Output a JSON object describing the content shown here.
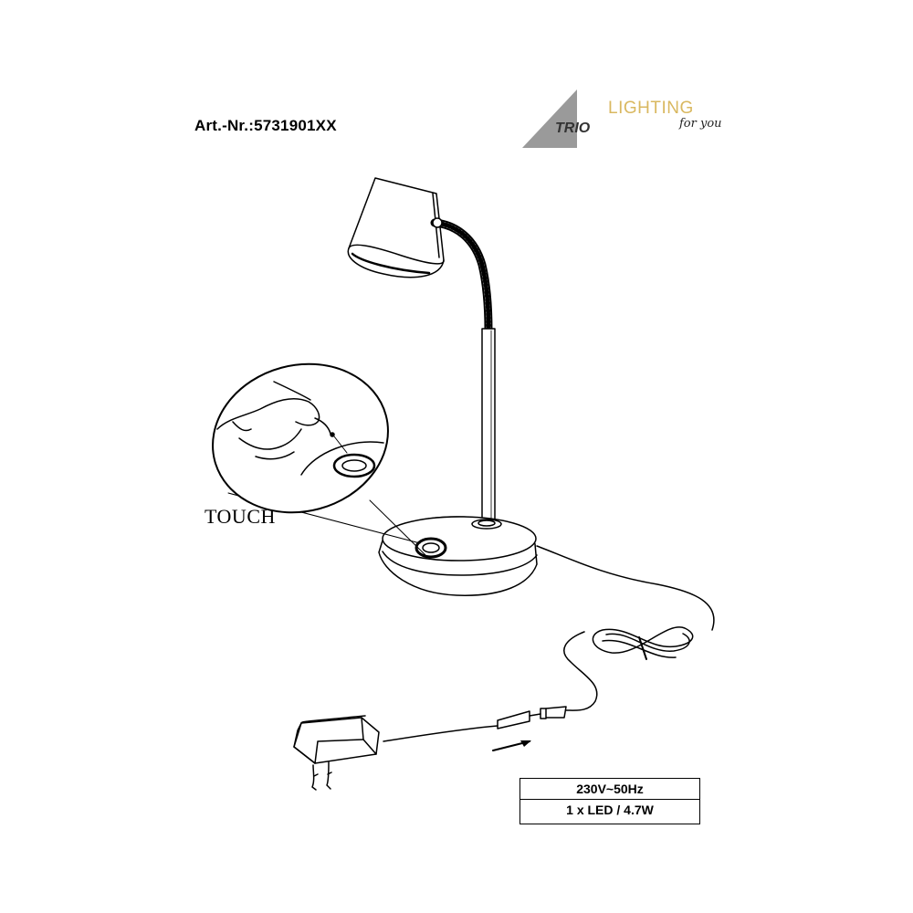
{
  "header": {
    "article_number": "Art.-Nr.:5731901XX"
  },
  "logo": {
    "brand": "TRIO",
    "tagline_main": "LIGHTING",
    "tagline_sub": "for you",
    "triangle_color": "#9a9a9a",
    "lighting_color": "#d9b860"
  },
  "diagram": {
    "touch_label": "TOUCH"
  },
  "specs": {
    "voltage": "230V~50Hz",
    "light_source": "1 x LED / 4.7W"
  }
}
